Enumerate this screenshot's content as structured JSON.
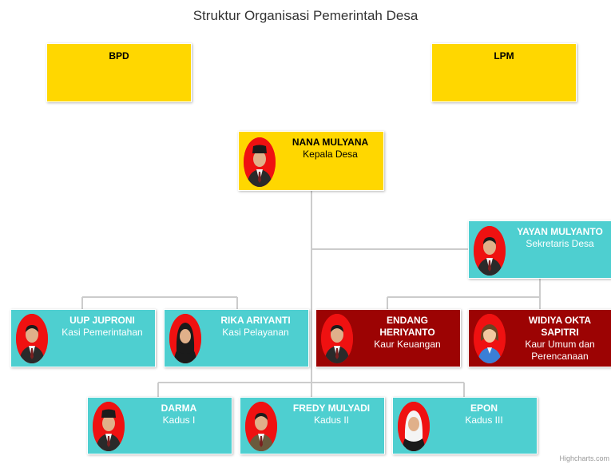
{
  "title": "Struktur Organisasi Pemerintah Desa",
  "credits": "Highcharts.com",
  "colors": {
    "gold": "#ffd700",
    "teal": "#4ecfd0",
    "dark_red": "#9c0303",
    "connector": "#cccccc",
    "photo_background": "#ef1111"
  },
  "nodes": {
    "bpd": {
      "name": "BPD",
      "title": ""
    },
    "lpm": {
      "name": "LPM",
      "title": ""
    },
    "kepala_desa": {
      "name": "NANA MULYANA",
      "title": "Kepala Desa",
      "photo": "man-black-peci"
    },
    "sekretaris_desa": {
      "name": "YAYAN MULYANTO",
      "title": "Sekretaris Desa",
      "photo": "man-suit"
    },
    "kasi_pemerintahan": {
      "name": "UUP JUPRONI",
      "title": "Kasi Pemerintahan",
      "photo": "man-suit"
    },
    "kasi_pelayanan": {
      "name": "RIKA ARIYANTI",
      "title": "Kasi Pelayanan",
      "photo": "woman-hijab"
    },
    "kaur_keuangan": {
      "name": "ENDANG HERIYANTO",
      "title": "Kaur Keuangan",
      "photo": "man-suit"
    },
    "kaur_umum": {
      "name": "WIDIYA OKTA SAPITRI",
      "title": "Kaur Umum dan Perencanaan",
      "photo": "woman-avatar"
    },
    "kadus_1": {
      "name": "DARMA",
      "title": "Kadus I",
      "photo": "man-black-peci"
    },
    "kadus_2": {
      "name": "FREDY MULYADI",
      "title": "Kadus II",
      "photo": "man-shirt"
    },
    "kadus_3": {
      "name": "EPON",
      "title": "Kadus III",
      "photo": "woman-hijab-white"
    }
  }
}
